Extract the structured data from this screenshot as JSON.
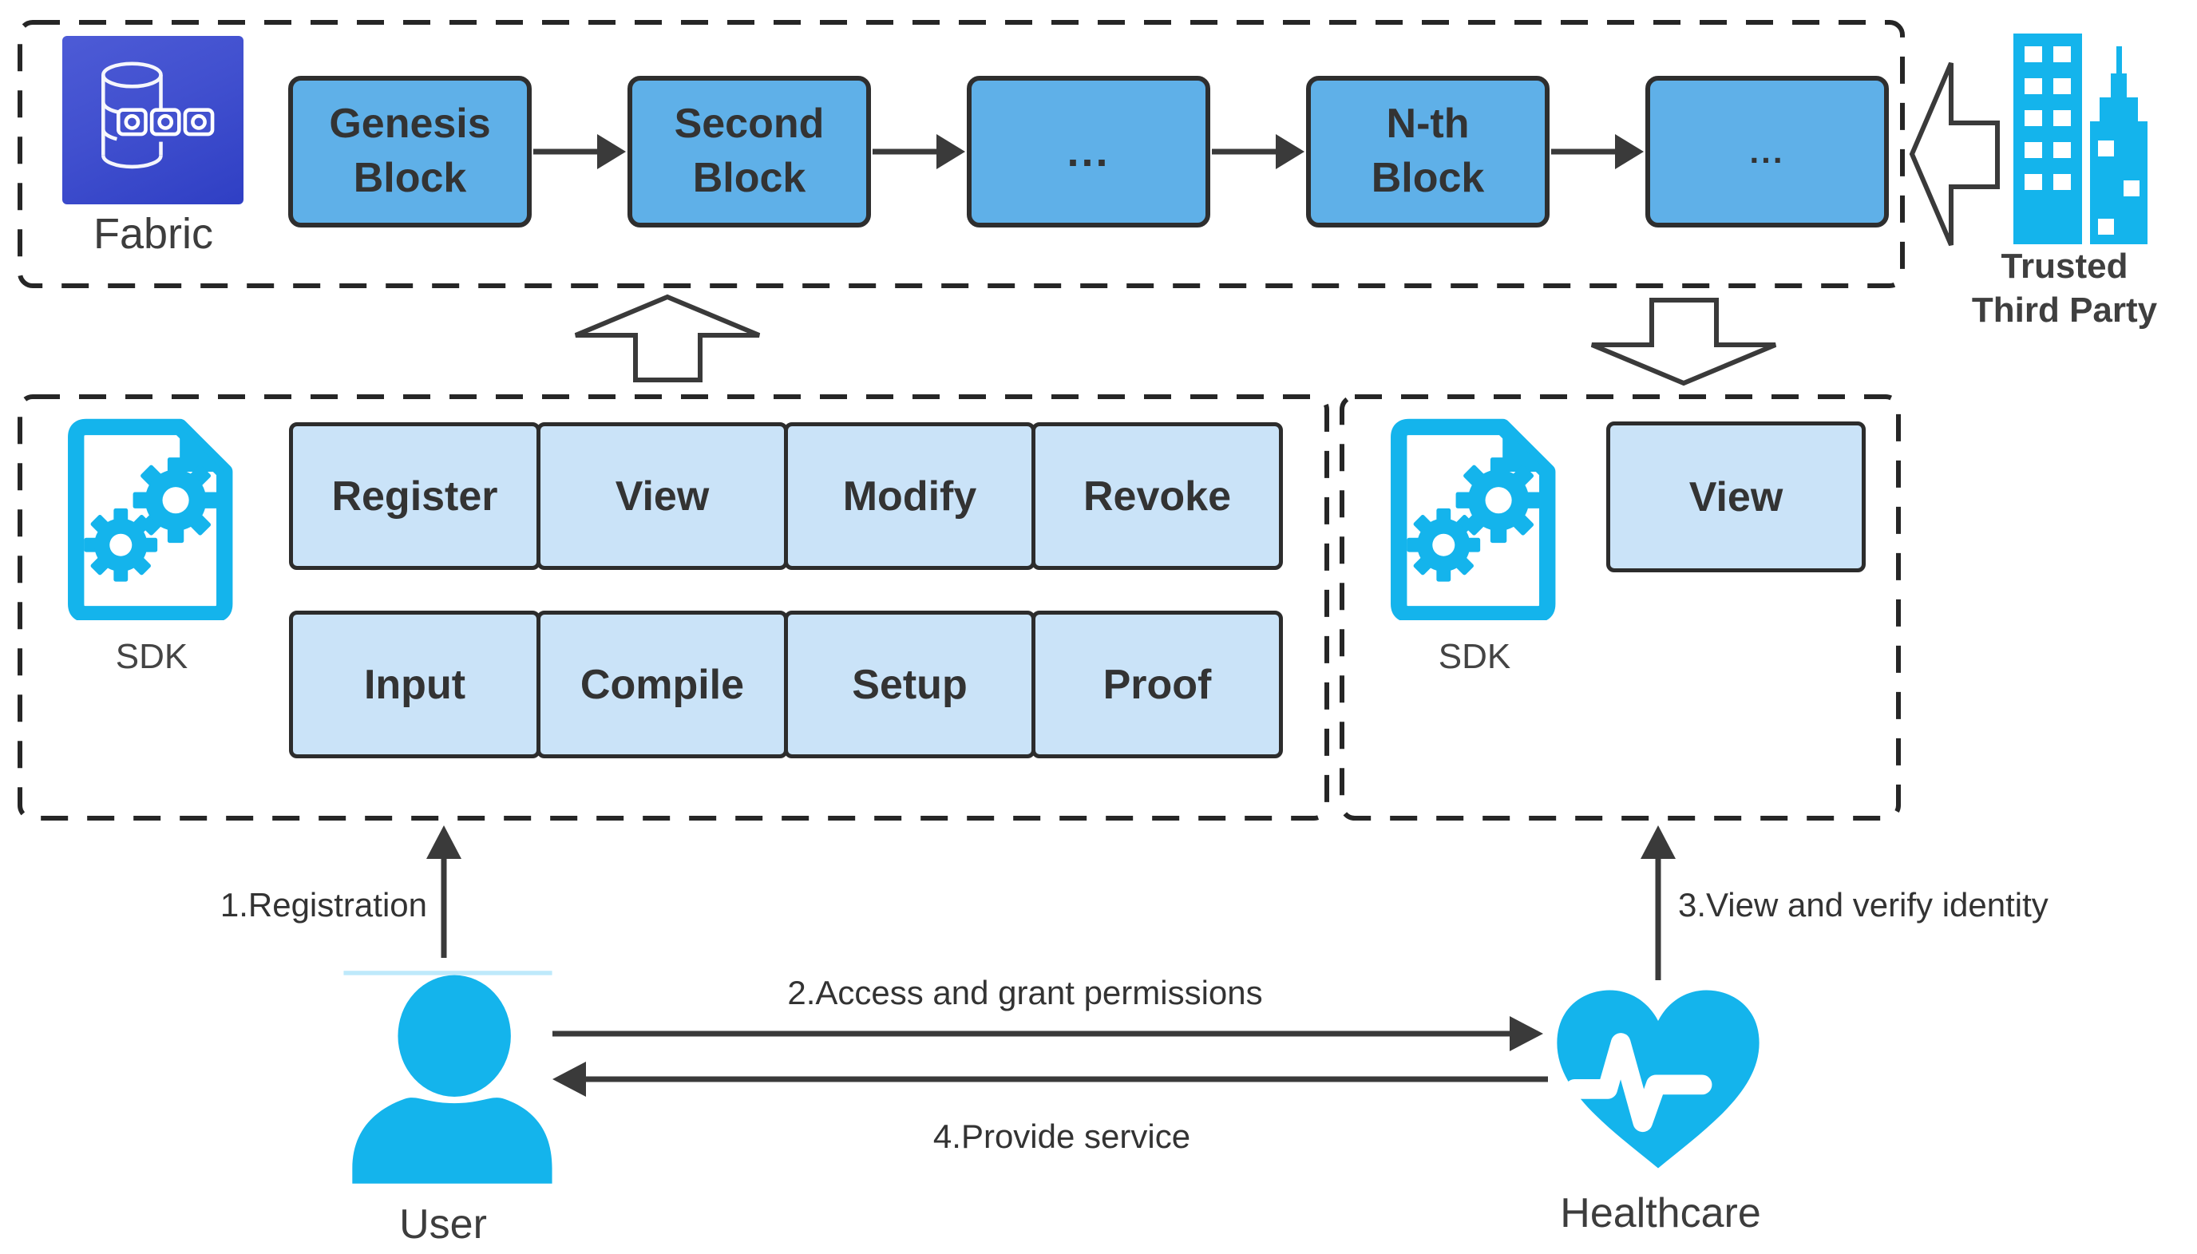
{
  "diagram": {
    "fabric_section": {
      "icon": "fabric-database-icon",
      "label": "Fabric",
      "blocks": [
        {
          "label": "Genesis\nBlock"
        },
        {
          "label": "Second\nBlock"
        },
        {
          "label": "..."
        },
        {
          "label": "N-th\nBlock"
        },
        {
          "label": "..."
        }
      ]
    },
    "trusted_third_party": {
      "icon": "buildings-icon",
      "line1": "Trusted",
      "line2": "Third Party"
    },
    "sdk_left": {
      "icon": "sdk-document-gears-icon",
      "label": "SDK",
      "row1": [
        "Register",
        "View",
        "Modify",
        "Revoke"
      ],
      "row2": [
        "Input",
        "Compile",
        "Setup",
        "Proof"
      ]
    },
    "sdk_right": {
      "icon": "sdk-document-gears-icon",
      "label": "SDK",
      "box": "View"
    },
    "actors": {
      "user": "User",
      "healthcare": "Healthcare"
    },
    "flows": {
      "registration": "1.Registration",
      "access": "2.Access and grant permissions",
      "verify": "3.View and verify identity",
      "provide": "4.Provide service"
    },
    "colors": {
      "block_fill": "#5FB0E8",
      "box_fill": "#CAE3F8",
      "cyan": "#14B4EC",
      "fabric_bg1": "#4D5BD6",
      "fabric_bg2": "#2F3FC4",
      "line": "#3A3A3A"
    }
  }
}
